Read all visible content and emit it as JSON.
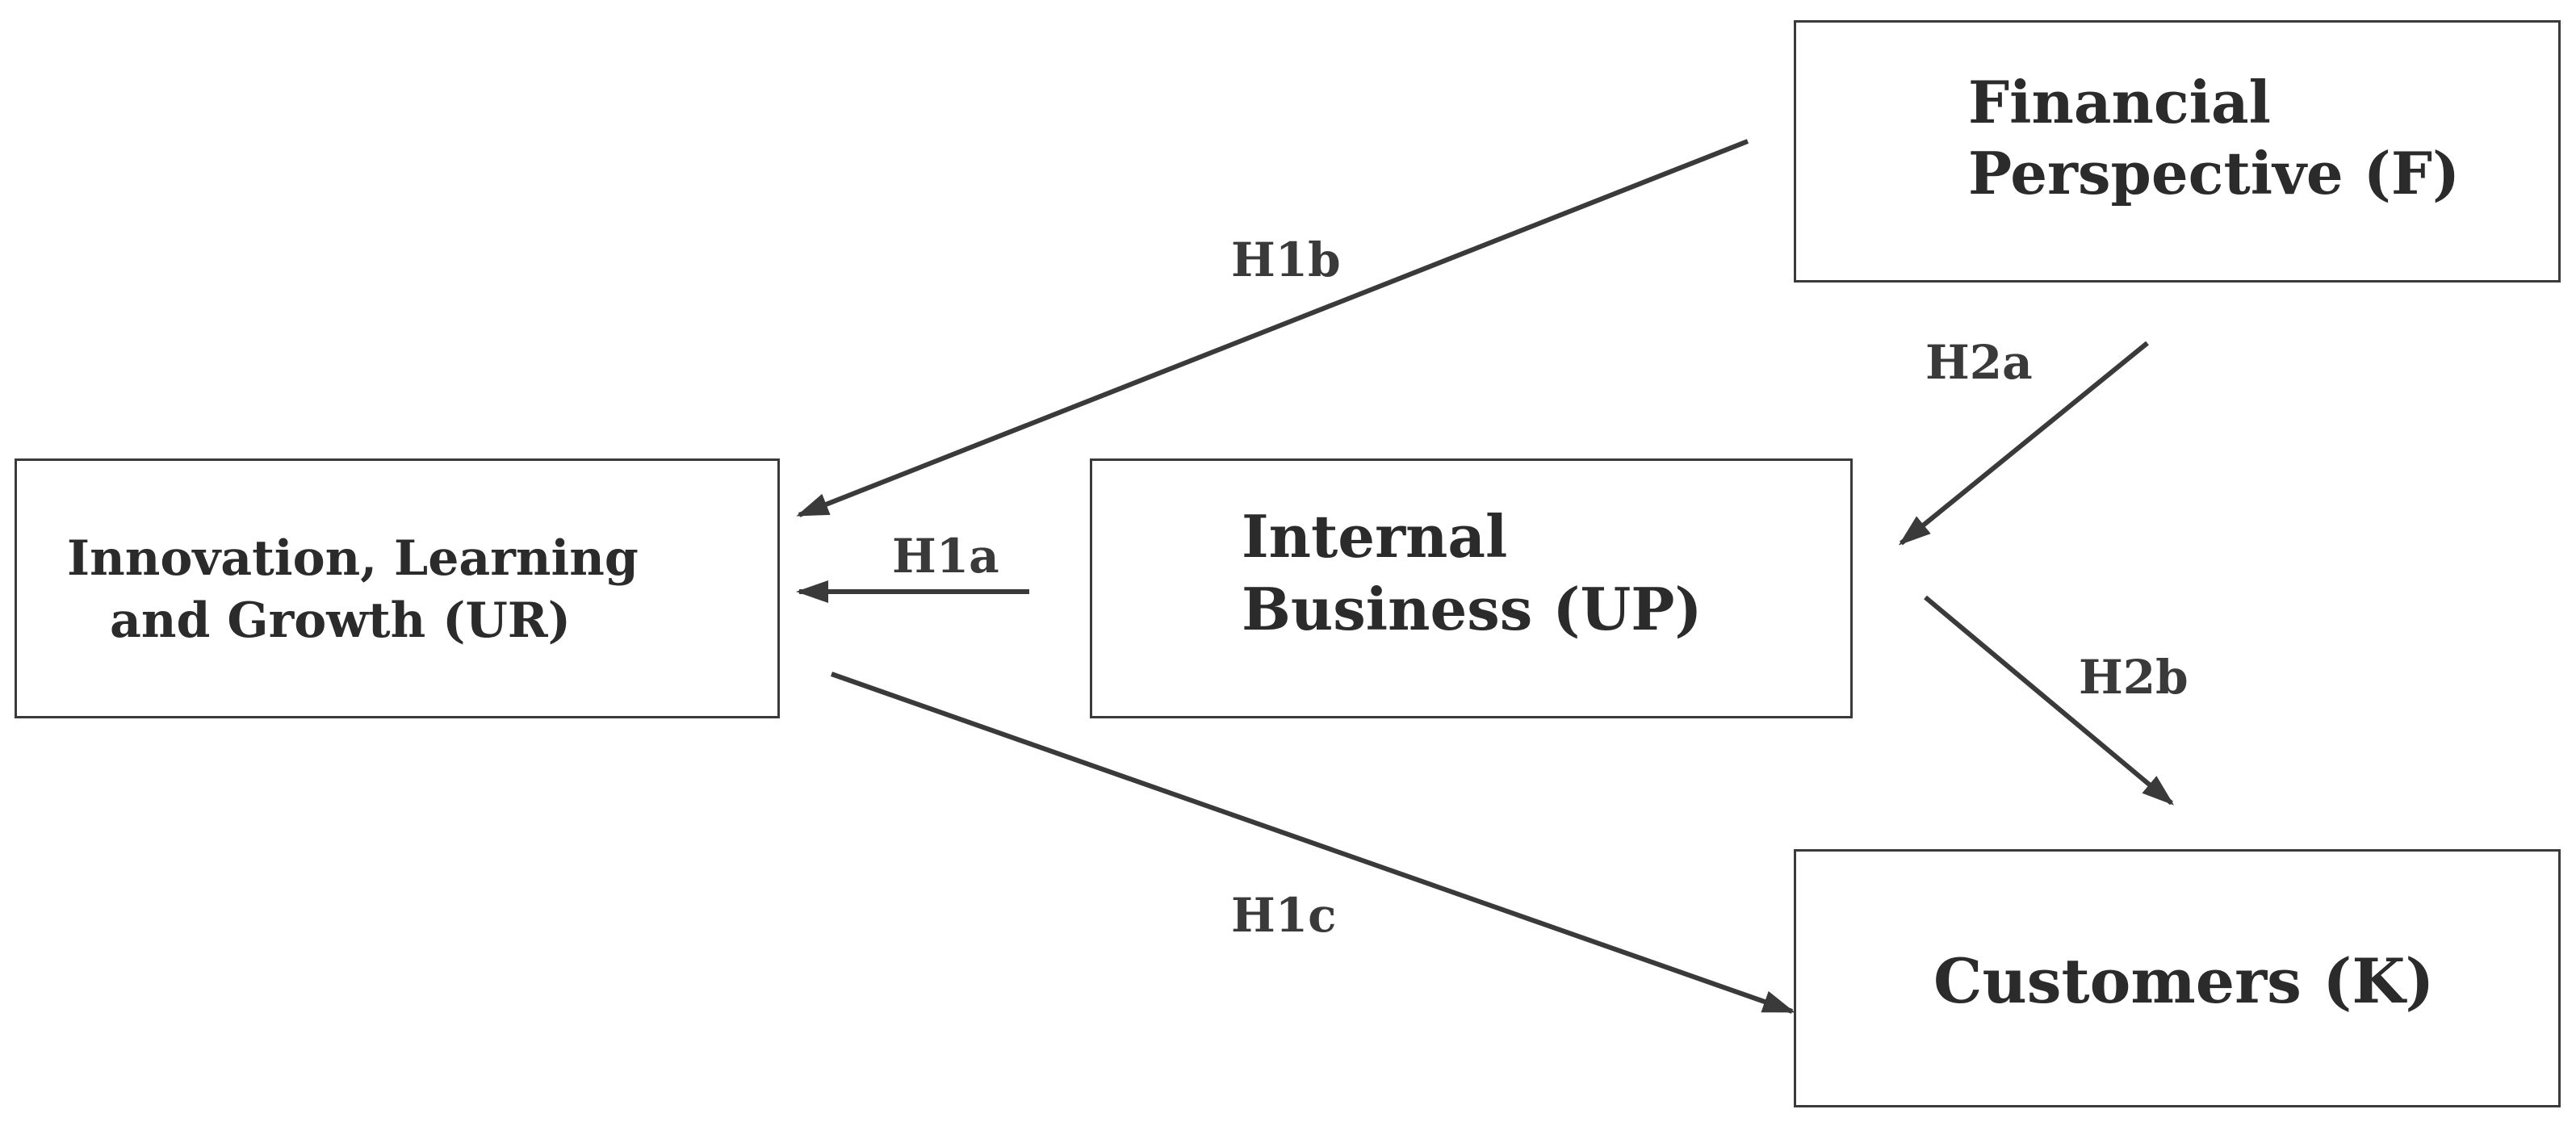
{
  "nodes": {
    "financial": {
      "line1": "Financial",
      "line2": "Perspective (F)"
    },
    "innovation": {
      "line1": "Innovation, Learning",
      "line2": "and Growth   (UR)"
    },
    "internal": {
      "line1": "Internal",
      "line2": "Business (UP)"
    },
    "customers": {
      "label": "Customers (K)"
    }
  },
  "edges": {
    "h1a": {
      "label": "H1a",
      "from": "Internal Business (UP)",
      "to": "Innovation, Learning and Growth (UR)"
    },
    "h1b": {
      "label": "H1b",
      "from": "Financial Perspective (F)",
      "to": "Innovation, Learning and Growth (UR)"
    },
    "h1c": {
      "label": "H1c",
      "from": "Innovation, Learning and Growth (UR)",
      "to": "Customers (K)"
    },
    "h2a": {
      "label": "H2a",
      "from": "Financial Perspective (F)",
      "to": "Internal Business (UP)"
    },
    "h2b": {
      "label": "H2b",
      "from": "Internal Business (UP)",
      "to": "Customers (K)"
    }
  },
  "colors": {
    "box_border": "#3a3a3a",
    "arrow": "#3a3a3a",
    "text": "#2b2b2b",
    "background": "#ffffff"
  }
}
